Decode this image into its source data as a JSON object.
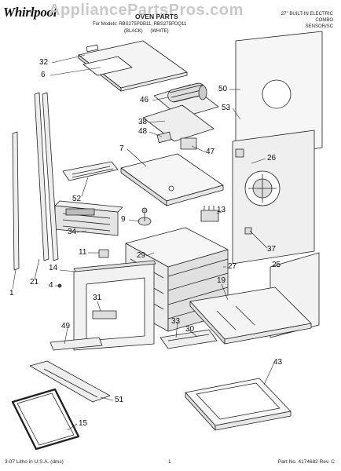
{
  "header": {
    "brand": "Whirlpool",
    "watermark": "AppliancePartsPros.com",
    "title": "OVEN PARTS",
    "for_models": "For Models: RBS275PDB11, RBS275PDQ11",
    "color_black": "(BLACK)",
    "color_white": "(WHITE)",
    "desc_line1": "27\" BUILT-IN ELECTRIC",
    "desc_line2": "COMBO",
    "desc_line3": "SENSOR/SC"
  },
  "callouts": [
    "32",
    "6",
    "46",
    "50",
    "53",
    "38",
    "48",
    "47",
    "7",
    "26",
    "52",
    "9",
    "13",
    "34",
    "1",
    "11",
    "29",
    "37",
    "21",
    "14",
    "4",
    "27",
    "25",
    "19",
    "31",
    "49",
    "33",
    "30",
    "43",
    "51",
    "15"
  ],
  "footer": {
    "left": "3-07 Litho in U.S.A. (dms)",
    "page": "1",
    "right": "Part No. 4174682 Rev. C"
  }
}
